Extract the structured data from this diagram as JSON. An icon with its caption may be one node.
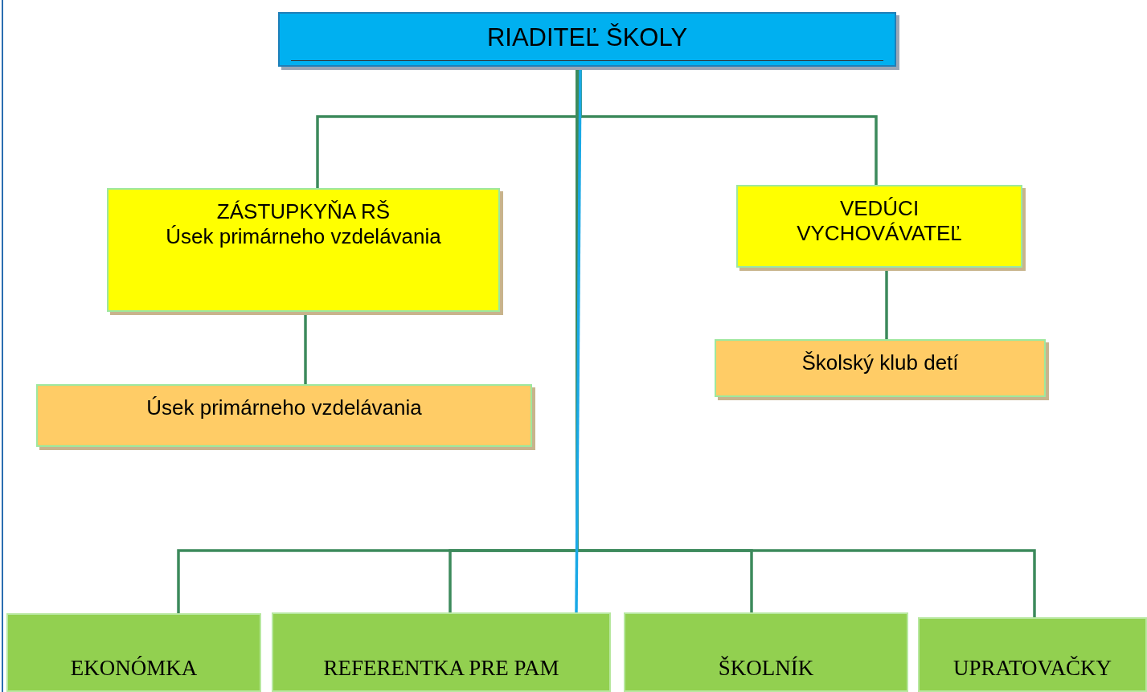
{
  "diagram": {
    "nodes": [
      {
        "text": [
          "RIADITEĽ ŠKOLY"
        ]
      },
      {
        "text": [
          "ZÁSTUPKYŇA RŠ",
          "Úsek primárneho vzdelávania"
        ]
      },
      {
        "text": [
          "Úsek primárneho vzdelávania"
        ]
      },
      {
        "text": [
          "VEDÚCI VYCHOVÁVATEĽ"
        ]
      },
      {
        "text": [
          "Školský klub detí"
        ]
      },
      {
        "text": [
          "EKONÓMKA"
        ]
      },
      {
        "text": [
          "REFERENTKA PRE PAM"
        ]
      },
      {
        "text": [
          "ŠKOLNÍK"
        ]
      },
      {
        "text": [
          "UPRATOVAČKY"
        ]
      }
    ],
    "edges": [
      {
        "from": 0,
        "to": 1,
        "arrow": "none"
      },
      {
        "from": 1,
        "to": 2,
        "arrow": "none"
      },
      {
        "from": 0,
        "to": 3,
        "arrow": "none"
      },
      {
        "from": 3,
        "to": 4,
        "arrow": "none"
      },
      {
        "from": 0,
        "to": 5,
        "arrow": "none"
      },
      {
        "from": 0,
        "to": 6,
        "arrow": "none",
        "color": "#1aa9e6"
      },
      {
        "from": 0,
        "to": 7,
        "arrow": "none"
      },
      {
        "from": 0,
        "to": 8,
        "arrow": "none"
      },
      {
        "from": 0,
        "to": 6,
        "arrow": "none"
      }
    ]
  }
}
